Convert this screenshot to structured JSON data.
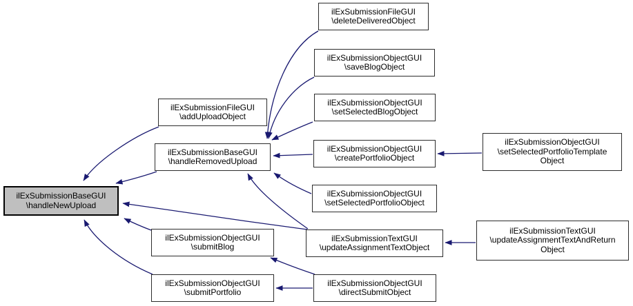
{
  "diagram": {
    "kind": "call-graph",
    "background_color": "#ffffff",
    "edge_color": "#191970",
    "node_border_color": "#2b2b2b",
    "focused_node_fill": "#bfbfbf",
    "nodes": [
      {
        "id": "handleNewUpload",
        "focused": true,
        "lines": [
          "ilExSubmissionBaseGUI",
          "\\handleNewUpload"
        ]
      },
      {
        "id": "addUploadObject",
        "focused": false,
        "lines": [
          "ilExSubmissionFileGUI",
          "\\addUploadObject"
        ]
      },
      {
        "id": "handleRemovedUpload",
        "focused": false,
        "lines": [
          "ilExSubmissionBaseGUI",
          "\\handleRemovedUpload"
        ]
      },
      {
        "id": "deleteDeliveredObject",
        "focused": false,
        "lines": [
          "ilExSubmissionFileGUI",
          "\\deleteDeliveredObject"
        ]
      },
      {
        "id": "saveBlogObject",
        "focused": false,
        "lines": [
          "ilExSubmissionObjectGUI",
          "\\saveBlogObject"
        ]
      },
      {
        "id": "setSelectedBlogObject",
        "focused": false,
        "lines": [
          "ilExSubmissionObjectGUI",
          "\\setSelectedBlogObject"
        ]
      },
      {
        "id": "createPortfolioObject",
        "focused": false,
        "lines": [
          "ilExSubmissionObjectGUI",
          "\\createPortfolioObject"
        ]
      },
      {
        "id": "setSelectedPortfolioTemplateObject",
        "focused": false,
        "lines": [
          "ilExSubmissionObjectGUI",
          "\\setSelectedPortfolioTemplate",
          "Object"
        ]
      },
      {
        "id": "setSelectedPortfolioObject",
        "focused": false,
        "lines": [
          "ilExSubmissionObjectGUI",
          "\\setSelectedPortfolioObject"
        ]
      },
      {
        "id": "updateAssignmentTextObject",
        "focused": false,
        "lines": [
          "ilExSubmissionTextGUI",
          "\\updateAssignmentTextObject"
        ]
      },
      {
        "id": "updateAssignmentTextAndReturnObject",
        "focused": false,
        "lines": [
          "ilExSubmissionTextGUI",
          "\\updateAssignmentTextAndReturn",
          "Object"
        ]
      },
      {
        "id": "submitBlog",
        "focused": false,
        "lines": [
          "ilExSubmissionObjectGUI",
          "\\submitBlog"
        ]
      },
      {
        "id": "submitPortfolio",
        "focused": false,
        "lines": [
          "ilExSubmissionObjectGUI",
          "\\submitPortfolio"
        ]
      },
      {
        "id": "directSubmitObject",
        "focused": false,
        "lines": [
          "ilExSubmissionObjectGUI",
          "\\directSubmitObject"
        ]
      }
    ],
    "edges": [
      {
        "from": "addUploadObject",
        "to": "handleNewUpload"
      },
      {
        "from": "handleRemovedUpload",
        "to": "handleNewUpload"
      },
      {
        "from": "updateAssignmentTextObject",
        "to": "handleNewUpload"
      },
      {
        "from": "submitBlog",
        "to": "handleNewUpload"
      },
      {
        "from": "submitPortfolio",
        "to": "handleNewUpload"
      },
      {
        "from": "deleteDeliveredObject",
        "to": "handleRemovedUpload"
      },
      {
        "from": "saveBlogObject",
        "to": "handleRemovedUpload"
      },
      {
        "from": "setSelectedBlogObject",
        "to": "handleRemovedUpload"
      },
      {
        "from": "createPortfolioObject",
        "to": "handleRemovedUpload"
      },
      {
        "from": "setSelectedPortfolioObject",
        "to": "handleRemovedUpload"
      },
      {
        "from": "updateAssignmentTextObject",
        "to": "handleRemovedUpload"
      },
      {
        "from": "setSelectedPortfolioTemplateObject",
        "to": "createPortfolioObject"
      },
      {
        "from": "updateAssignmentTextAndReturnObject",
        "to": "updateAssignmentTextObject"
      },
      {
        "from": "directSubmitObject",
        "to": "submitBlog"
      },
      {
        "from": "directSubmitObject",
        "to": "submitPortfolio"
      }
    ]
  }
}
